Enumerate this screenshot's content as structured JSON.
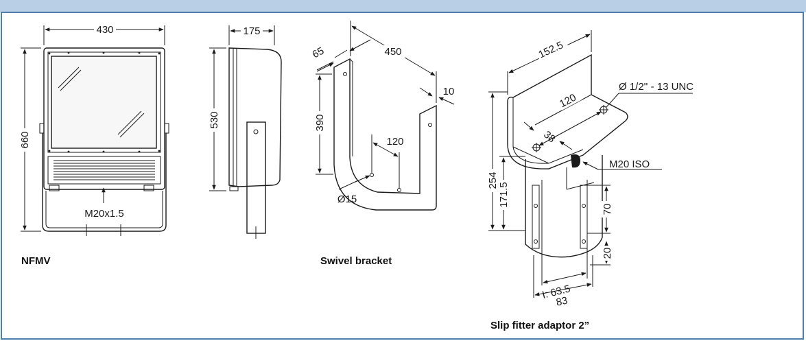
{
  "colors": {
    "band": "#b8cfe6",
    "frame": "#4a7fb0",
    "line": "#1a1a1a"
  },
  "captions": {
    "nfmv": "NFMV",
    "swivel": "Swivel bracket",
    "slip": "Slip fitter adaptor 2”"
  },
  "dims": {
    "nfmv_width": "430",
    "nfmv_height": "660",
    "nfmv_thread": "M20x1.5",
    "side_depth": "175",
    "side_height": "530",
    "bracket_arm": "65",
    "bracket_span": "450",
    "bracket_thick": "10",
    "bracket_height": "390",
    "bracket_holes": "120",
    "bracket_hole_dia": "Ø15",
    "slip_top": "152.5",
    "slip_inner": "120",
    "slip_spacing": "38",
    "slip_bolt": "Ø 1/2'' - 13 UNC",
    "slip_total": "254",
    "slip_tube": "171.5",
    "slip_iso": "M20 ISO",
    "slip_70": "70",
    "slip_20": "20",
    "slip_dia": "I: 63.5",
    "slip_83": "83"
  }
}
